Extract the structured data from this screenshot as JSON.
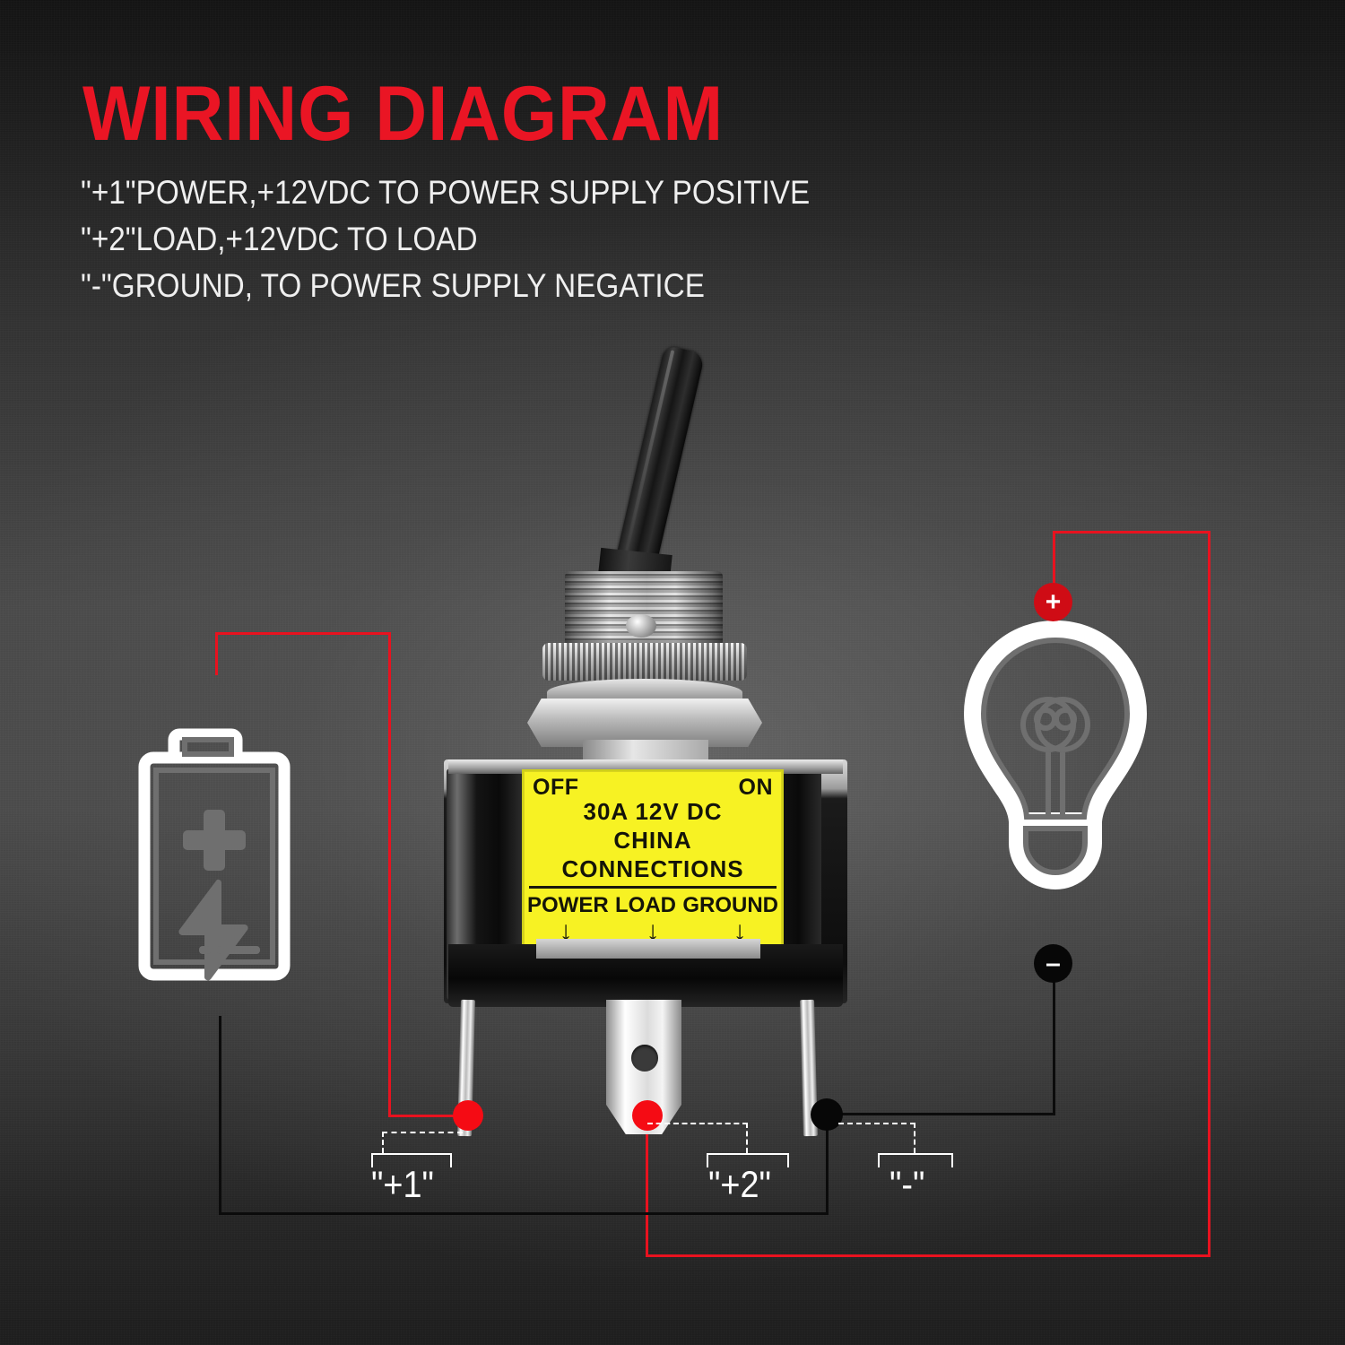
{
  "header": {
    "title": "WIRING DIAGRAM",
    "lines": [
      "\"+1\"POWER,+12VDC TO POWER SUPPLY POSITIVE",
      "\"+2\"LOAD,+12VDC TO LOAD",
      "\"-\"GROUND, TO POWER SUPPLY NEGATICE"
    ]
  },
  "switch": {
    "label": {
      "off": "OFF",
      "on": "ON",
      "rating": "30A  12V DC",
      "origin": "CHINA",
      "connections": "CONNECTIONS",
      "terminals": [
        "POWER",
        "LOAD",
        "GROUND"
      ],
      "arrow": "↓"
    }
  },
  "callouts": [
    {
      "id": "terminal-1",
      "label": "\"+1\""
    },
    {
      "id": "terminal-2",
      "label": "\"+2\""
    },
    {
      "id": "terminal-ground",
      "label": "\"-\""
    }
  ],
  "badges": {
    "bulb_positive": "+",
    "bulb_negative": "–"
  },
  "icons": {
    "battery": "battery-icon",
    "bulb": "light-bulb-icon"
  },
  "colors": {
    "accent_red": "#ea1524",
    "wire_red": "#e8121f",
    "wire_black": "#0b0b0b",
    "label_yellow": "#f7f223",
    "text_white": "#efefef"
  }
}
